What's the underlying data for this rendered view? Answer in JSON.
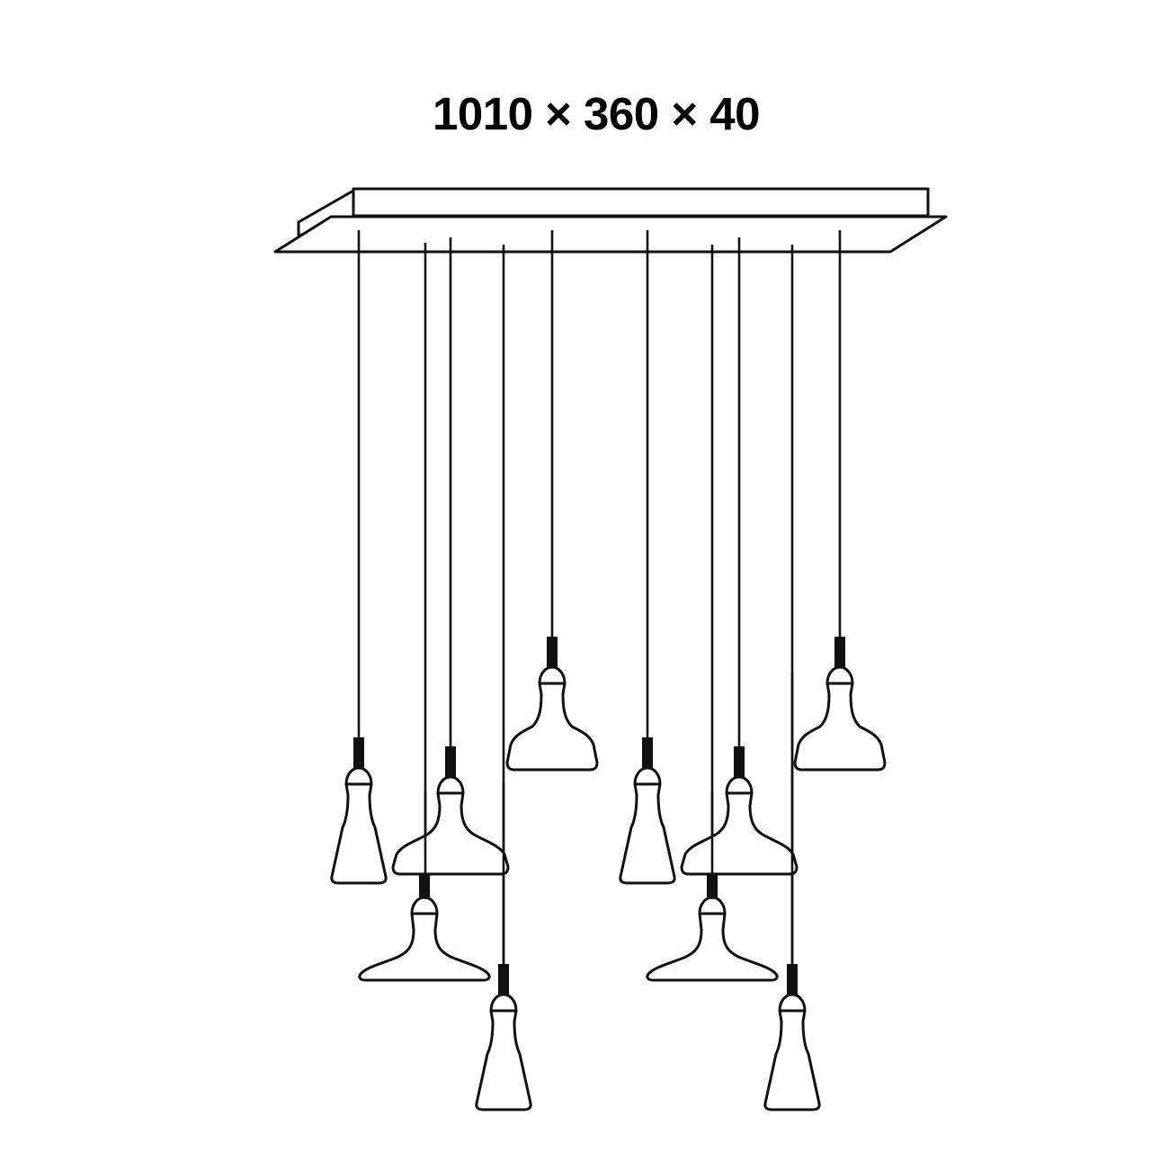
{
  "dimensions": {
    "label": "1010 × 360 × 40"
  },
  "colors": {
    "line": "#111111",
    "background": "#ffffff"
  },
  "fixture": {
    "pendant_count": 10,
    "canopy_icon": "rectangular-ceiling-canopy",
    "shade_types": [
      "narrow-shade",
      "medium-shade",
      "wide-shade",
      "flat-shade"
    ]
  }
}
